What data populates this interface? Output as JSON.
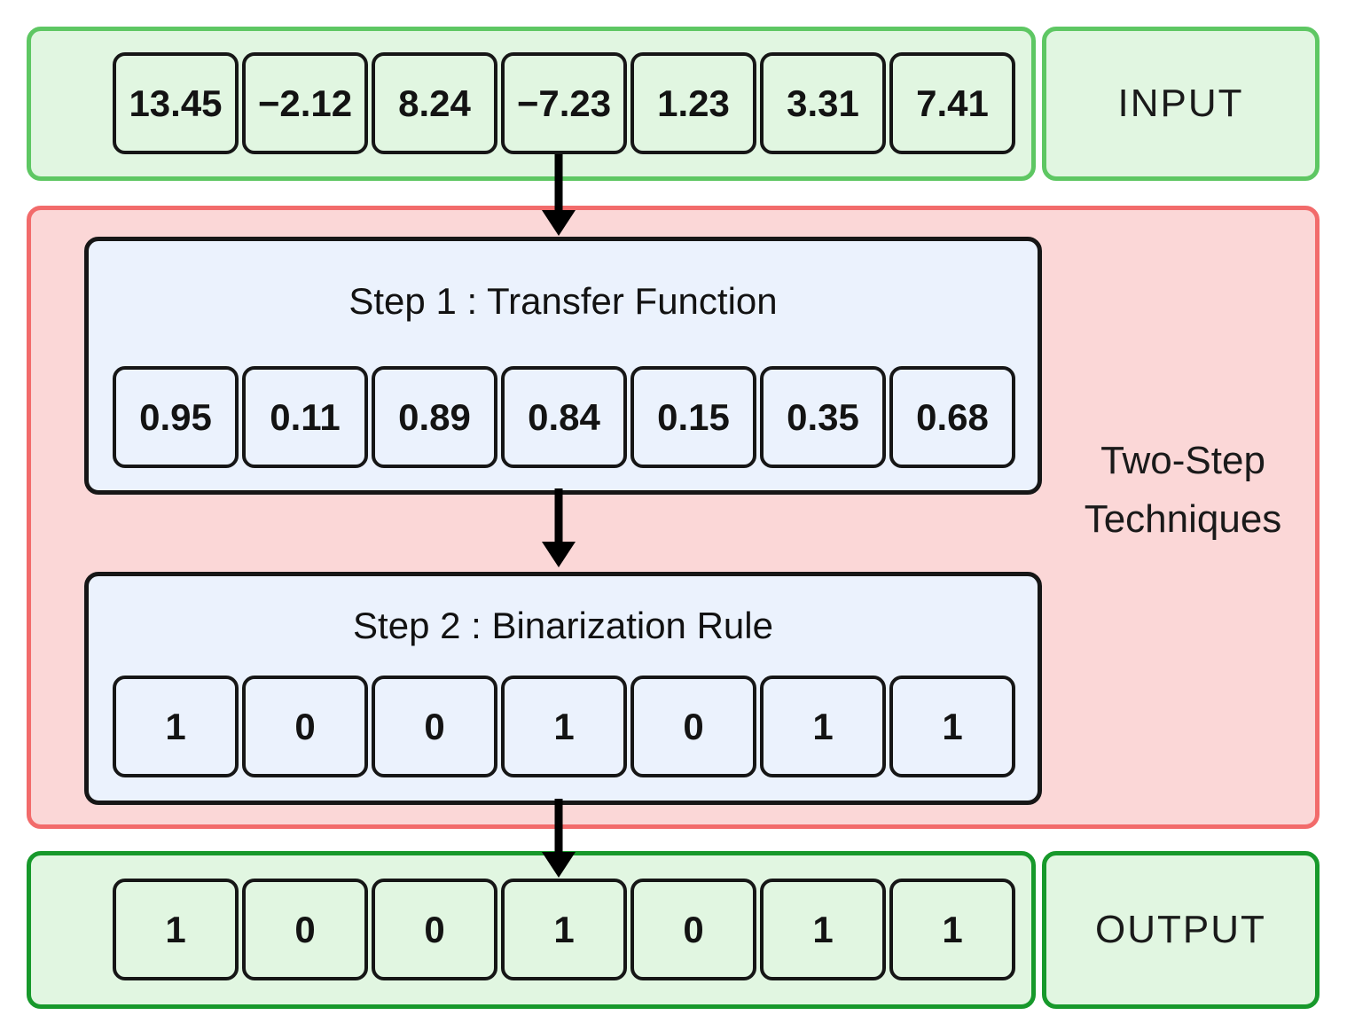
{
  "colors": {
    "mint_fill": "#e1f6e1",
    "input_border_green": "#5ec763",
    "output_border_green": "#17992b",
    "pink_fill": "#fbd7d7",
    "pink_border": "#f26b6b",
    "step_fill": "#ebf2fd",
    "cell_border": "#161616",
    "arrow": "#000000"
  },
  "input": {
    "label": "INPUT",
    "values": [
      "13.45",
      "−2.12",
      "8.24",
      "−7.23",
      "1.23",
      "3.31",
      "7.41"
    ]
  },
  "two_step": {
    "label": {
      "line1": "Two-Step",
      "line2": "Techniques"
    },
    "step1": {
      "title": "Step 1 : Transfer Function",
      "values": [
        "0.95",
        "0.11",
        "0.89",
        "0.84",
        "0.15",
        "0.35",
        "0.68"
      ]
    },
    "step2": {
      "title": "Step 2 : Binarization Rule",
      "values": [
        "1",
        "0",
        "0",
        "1",
        "0",
        "1",
        "1"
      ]
    }
  },
  "output": {
    "label": "OUTPUT",
    "values": [
      "1",
      "0",
      "0",
      "1",
      "0",
      "1",
      "1"
    ]
  }
}
